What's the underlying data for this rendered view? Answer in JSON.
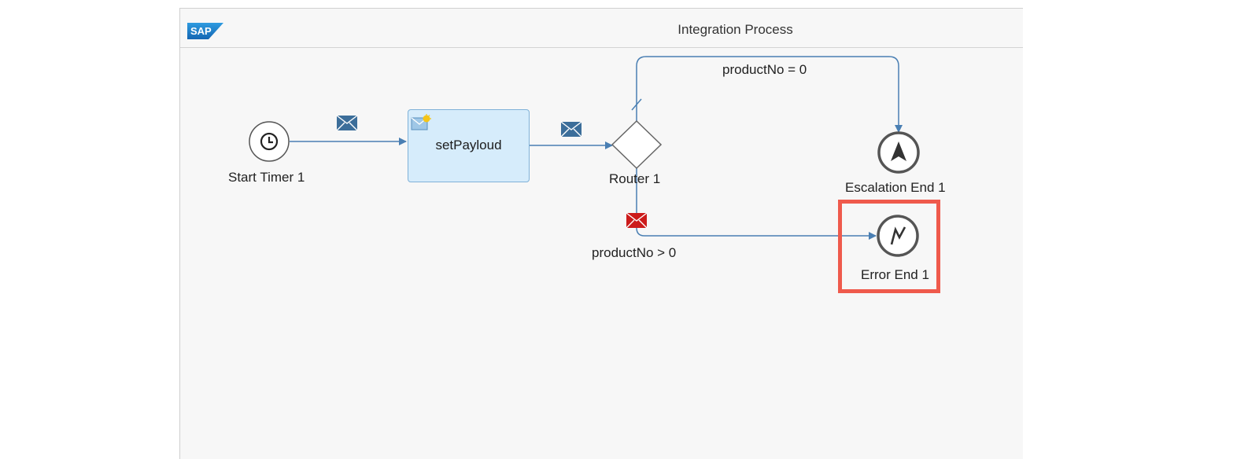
{
  "pool": {
    "title": "Integration Process",
    "logo_text": "SAP"
  },
  "nodes": {
    "start": {
      "label": "Start Timer 1",
      "icon": "clock-icon"
    },
    "task": {
      "label": "setPayloud",
      "icon": "content-modifier-icon"
    },
    "router": {
      "label": "Router 1"
    },
    "escalation_end": {
      "label": "Escalation End 1",
      "icon": "escalation-arrow-icon"
    },
    "error_end": {
      "label": "Error End 1",
      "icon": "lightning-icon"
    }
  },
  "routes": {
    "top": {
      "condition": "productNo = 0"
    },
    "bottom": {
      "condition": "productNo > 0"
    }
  },
  "colors": {
    "flow": "#4a7fb3",
    "message_icon": "#3c6e9a",
    "error_message_icon": "#cc1b1b",
    "highlight": "#ef5a4c",
    "task_fill": "#d6ecfb"
  }
}
